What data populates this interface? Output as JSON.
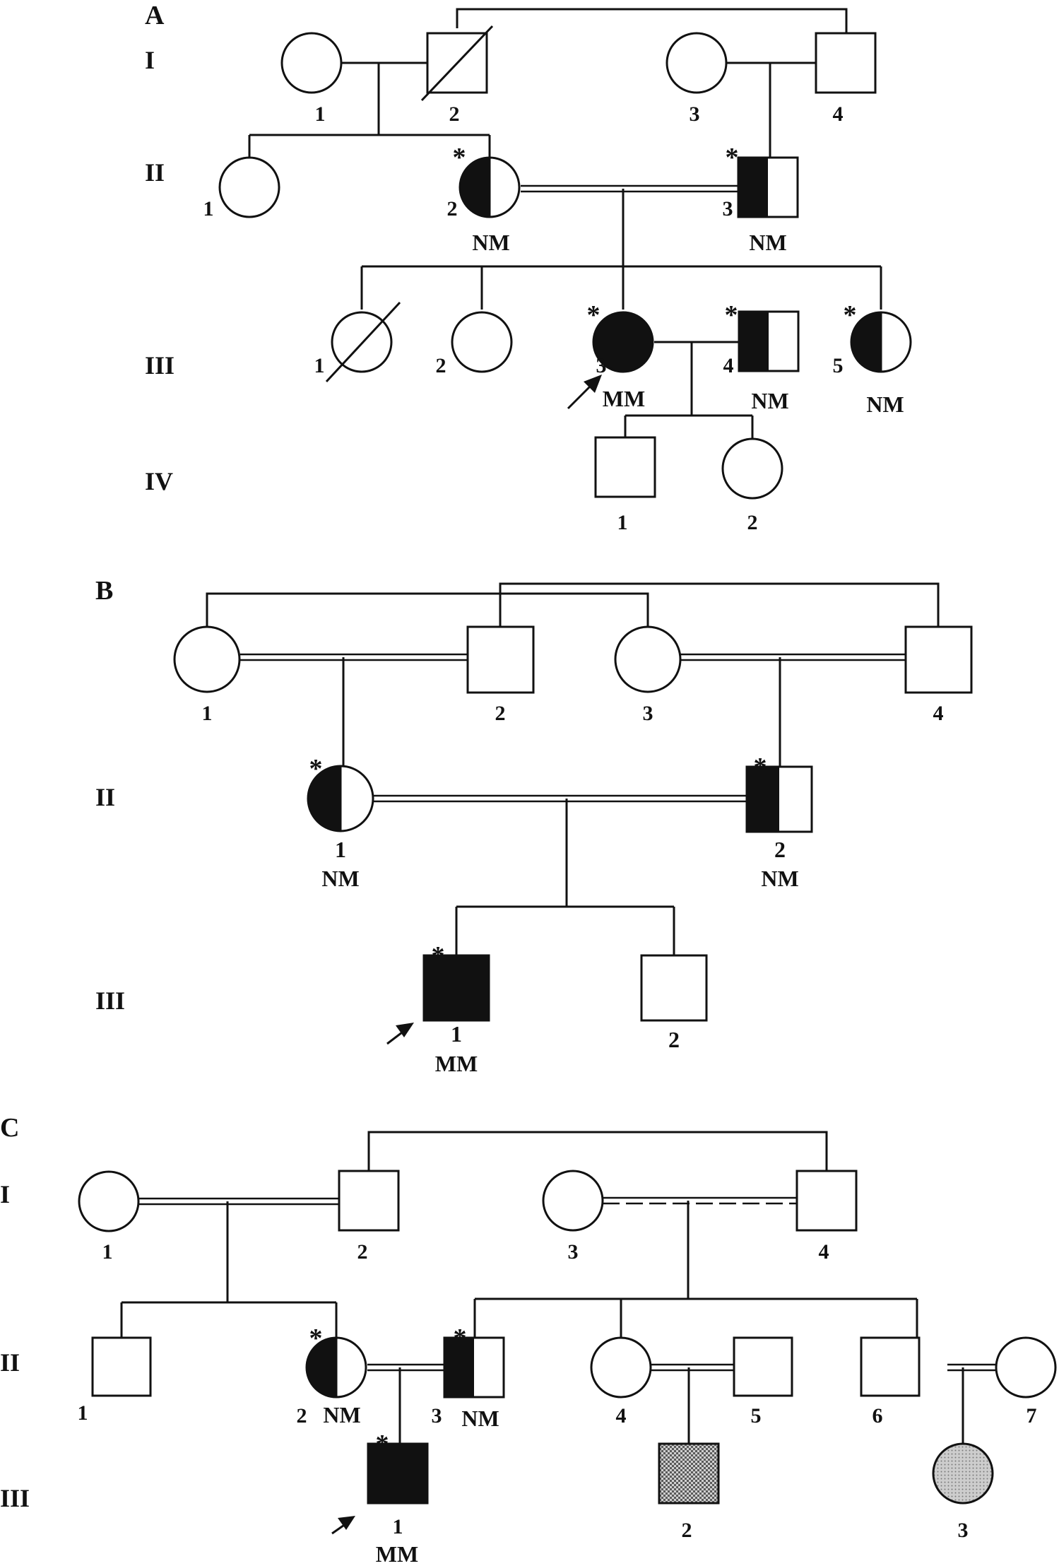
{
  "panels": [
    {
      "label": "A",
      "generations": [
        "I",
        "II",
        "III",
        "IV"
      ]
    },
    {
      "label": "B",
      "generations": [
        "II",
        "III"
      ]
    },
    {
      "label": "C",
      "generations": [
        "I",
        "II",
        "III"
      ]
    }
  ],
  "legend_marks": {
    "carrier_marker": "*",
    "heterozygous": "NM",
    "homozygous": "MM"
  },
  "individuals": {
    "a_I_1": "1",
    "a_I_2": "2",
    "a_I_3": "3",
    "a_I_4": "4",
    "a_II_1": "1",
    "a_II_2": "2",
    "a_II_3": "3",
    "a_III_1": "1",
    "a_III_2": "2",
    "a_III_3": "3",
    "a_III_4": "4",
    "a_III_5": "5",
    "a_IV_1": "1",
    "a_IV_2": "2",
    "b_I_1": "1",
    "b_I_2": "2",
    "b_I_3": "3",
    "b_I_4": "4",
    "b_II_1": "1",
    "b_II_2": "2",
    "b_III_1": "1",
    "b_III_2": "2",
    "c_I_1": "1",
    "c_I_2": "2",
    "c_I_3": "3",
    "c_I_4": "4",
    "c_II_1": "1",
    "c_II_2": "2",
    "c_II_3": "3",
    "c_II_4": "4",
    "c_II_5": "5",
    "c_II_6": "6",
    "c_II_7": "7",
    "c_III_1": "1",
    "c_III_2": "2",
    "c_III_3": "3"
  },
  "colors": {
    "affected": "#111111",
    "stroke": "#111111",
    "background": "#ffffff",
    "shade_grey": "#b8b8b8"
  }
}
